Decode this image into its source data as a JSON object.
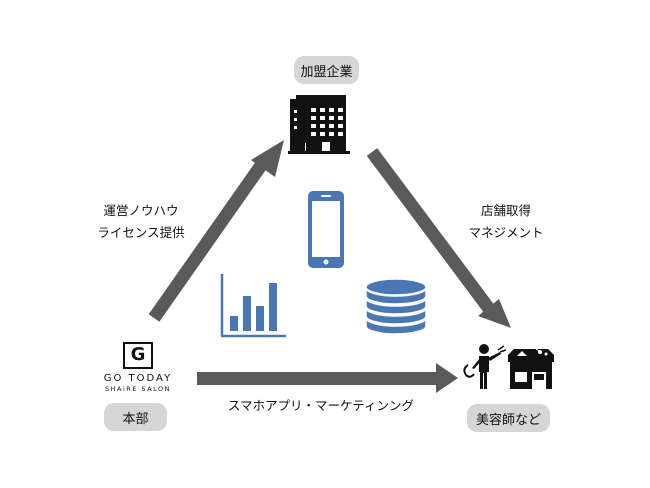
{
  "nodes": {
    "franchisee": "加盟企業",
    "headquarters": "本部",
    "beautician": "美容師など"
  },
  "edges": {
    "hq_to_franchisee": [
      "運営ノウハウ",
      "ライセンス提供"
    ],
    "franchisee_to_beautician": [
      "店舗取得",
      "マネジメント"
    ],
    "hq_to_beautician": "スマホアプリ・マーケティンング"
  },
  "logo": {
    "letter": "G",
    "line1": "GO TODAY",
    "line2": "SHAiRE SALON"
  },
  "colors": {
    "arrow": "#5a5a5a",
    "accent_blue": "#4a77b4",
    "pill": "#d6d6d6"
  }
}
